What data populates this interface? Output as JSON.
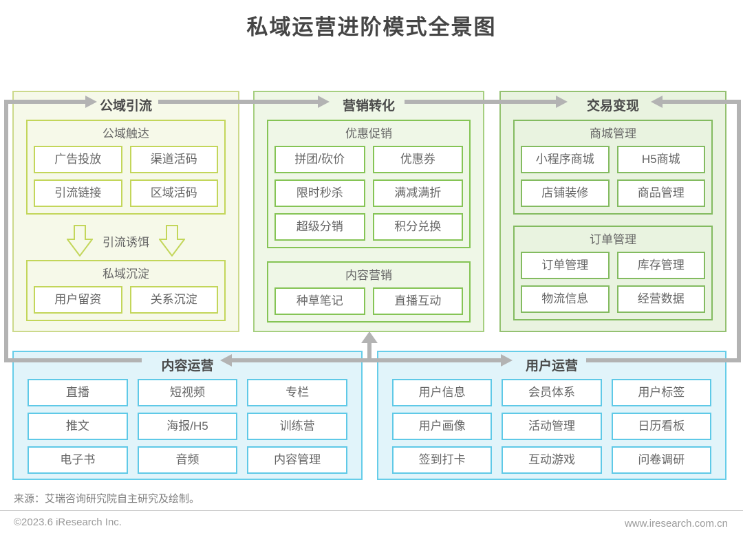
{
  "title": "私域运营进阶模式全景图",
  "colors": {
    "connector_gray": "#b3b3b3",
    "panel1_bg": "#f6f9e9",
    "panel1_border": "#ccd98b",
    "panel1_accent": "#c3d65a",
    "panel2_bg": "#eff7e7",
    "panel2_border": "#a6cf80",
    "panel2_accent": "#85c455",
    "panel3_bg": "#e9f3e0",
    "panel3_border": "#94c171",
    "panel3_accent": "#83bb60",
    "bottom_bg": "#e1f4fa",
    "bottom_border": "#66cde9",
    "bottom_accent": "#5fc9e7",
    "title_text": "#454545",
    "node_text": "#666666"
  },
  "top_panels": [
    {
      "label": "公域引流",
      "bait_label": "引流诱饵",
      "groups": [
        {
          "label": "公域触达",
          "items": [
            "广告投放",
            "渠道活码",
            "引流链接",
            "区域活码"
          ]
        },
        {
          "label": "私域沉淀",
          "items": [
            "用户留资",
            "关系沉淀"
          ]
        }
      ]
    },
    {
      "label": "营销转化",
      "groups": [
        {
          "label": "优惠促销",
          "items": [
            "拼团/砍价",
            "优惠券",
            "限时秒杀",
            "满减满折",
            "超级分销",
            "积分兑换"
          ]
        },
        {
          "label": "内容营销",
          "items": [
            "种草笔记",
            "直播互动"
          ]
        }
      ]
    },
    {
      "label": "交易变现",
      "groups": [
        {
          "label": "商城管理",
          "items": [
            "小程序商城",
            "H5商城",
            "店铺装修",
            "商品管理"
          ]
        },
        {
          "label": "订单管理",
          "items": [
            "订单管理",
            "库存管理",
            "物流信息",
            "经营数据"
          ]
        }
      ]
    }
  ],
  "bottom_panels": [
    {
      "label": "内容运营",
      "items": [
        "直播",
        "短视频",
        "专栏",
        "推文",
        "海报/H5",
        "训练营",
        "电子书",
        "音频",
        "内容管理"
      ]
    },
    {
      "label": "用户运营",
      "items": [
        "用户信息",
        "会员体系",
        "用户标签",
        "用户画像",
        "活动管理",
        "日历看板",
        "签到打卡",
        "互动游戏",
        "问卷调研"
      ]
    }
  ],
  "footer": {
    "source": "来源：艾瑞咨询研究院自主研究及绘制。",
    "copyright": "©2023.6 iResearch Inc.",
    "website": "www.iresearch.com.cn"
  }
}
